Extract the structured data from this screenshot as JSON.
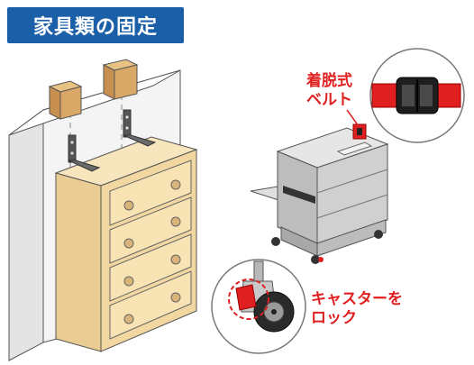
{
  "title": "家具類の固定",
  "labels": {
    "belt_line1": "着脱式",
    "belt_line2": "ベルト",
    "caster_line1": "キャスターを",
    "caster_line2": "ロック"
  },
  "colors": {
    "title_bg": "#1b5fa8",
    "label_red": "#e02020",
    "wood": "#f2d8a0",
    "wall": "#f4f4f4",
    "copier": "#c8c8c8"
  }
}
